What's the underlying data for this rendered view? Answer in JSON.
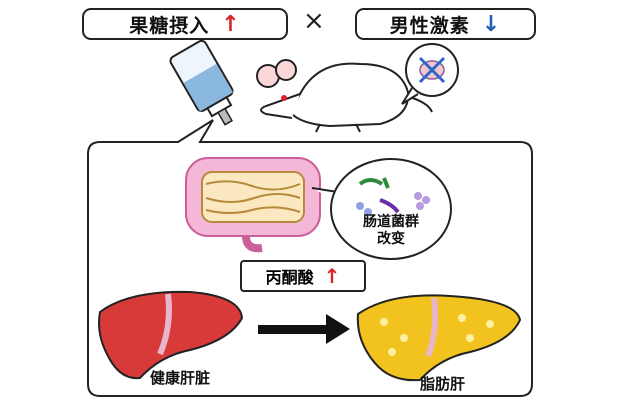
{
  "top": {
    "fructose": {
      "label": "果糖摂入",
      "arrow": "↑",
      "arrow_color": "#d8252a"
    },
    "times": "×",
    "androgen": {
      "label": "男性激素",
      "arrow": "↓",
      "arrow_color": "#1f5fb0"
    }
  },
  "bacteria": {
    "line1": "肠道菌群",
    "line2": "改变"
  },
  "pyruvate": {
    "label": "丙酮酸",
    "arrow": "↑"
  },
  "liver": {
    "healthy_label": "健康肝脏",
    "fatty_label": "脂肪肝"
  },
  "colors": {
    "red_arrow": "#d8252a",
    "blue_arrow": "#1f5fb0",
    "healthy_liver": "#d83a3a",
    "fatty_liver": "#f2c21e",
    "intestine": "#f4b7d8"
  },
  "icons": [
    "iv-bottle-icon",
    "mouse-icon",
    "testis-crossed-icon",
    "intestine-icon",
    "bacteria-icon",
    "healthy-liver-icon",
    "fatty-liver-icon",
    "right-arrow-icon"
  ]
}
